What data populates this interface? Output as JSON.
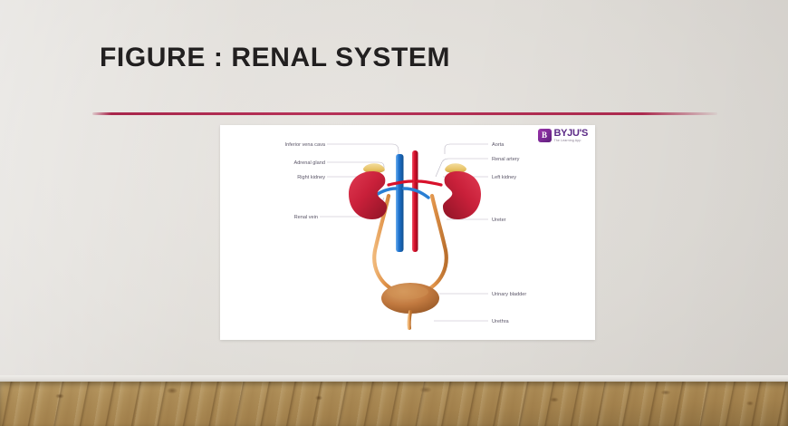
{
  "slide": {
    "title": "FIGURE : RENAL SYSTEM",
    "accent_color": "#a8264b",
    "wall_color": "#e0ddd8",
    "floor_color": "#ae8e58"
  },
  "figure": {
    "card_background": "#ffffff",
    "watermark": {
      "mark_letter": "B",
      "name": "BYJU'S",
      "tagline": "The Learning App",
      "brand_color": "#5c2a86"
    },
    "labels_left": [
      {
        "text": "Inferior vena cava",
        "name": "label-inferior-vena-cava"
      },
      {
        "text": "Adrenal gland",
        "name": "label-adrenal-gland"
      },
      {
        "text": "Right kidney",
        "name": "label-right-kidney"
      },
      {
        "text": "Renal vein",
        "name": "label-renal-vein"
      }
    ],
    "labels_right": [
      {
        "text": "Aorta",
        "name": "label-aorta"
      },
      {
        "text": "Renal artery",
        "name": "label-renal-artery"
      },
      {
        "text": "Left kidney",
        "name": "label-left-kidney"
      },
      {
        "text": "Ureter",
        "name": "label-ureter"
      },
      {
        "text": "Urinary bladder",
        "name": "label-urinary-bladder"
      },
      {
        "text": "Urethra",
        "name": "label-urethra"
      }
    ],
    "anatomy_colors": {
      "kidney": "#c9203a",
      "kidney_shade": "#8e1426",
      "adrenal_gland": "#e8c468",
      "aorta": "#d8112b",
      "vena_cava": "#1f74d0",
      "renal_vein": "#2a7fd4",
      "ureter": "#e09248",
      "bladder": "#c27a40"
    }
  }
}
